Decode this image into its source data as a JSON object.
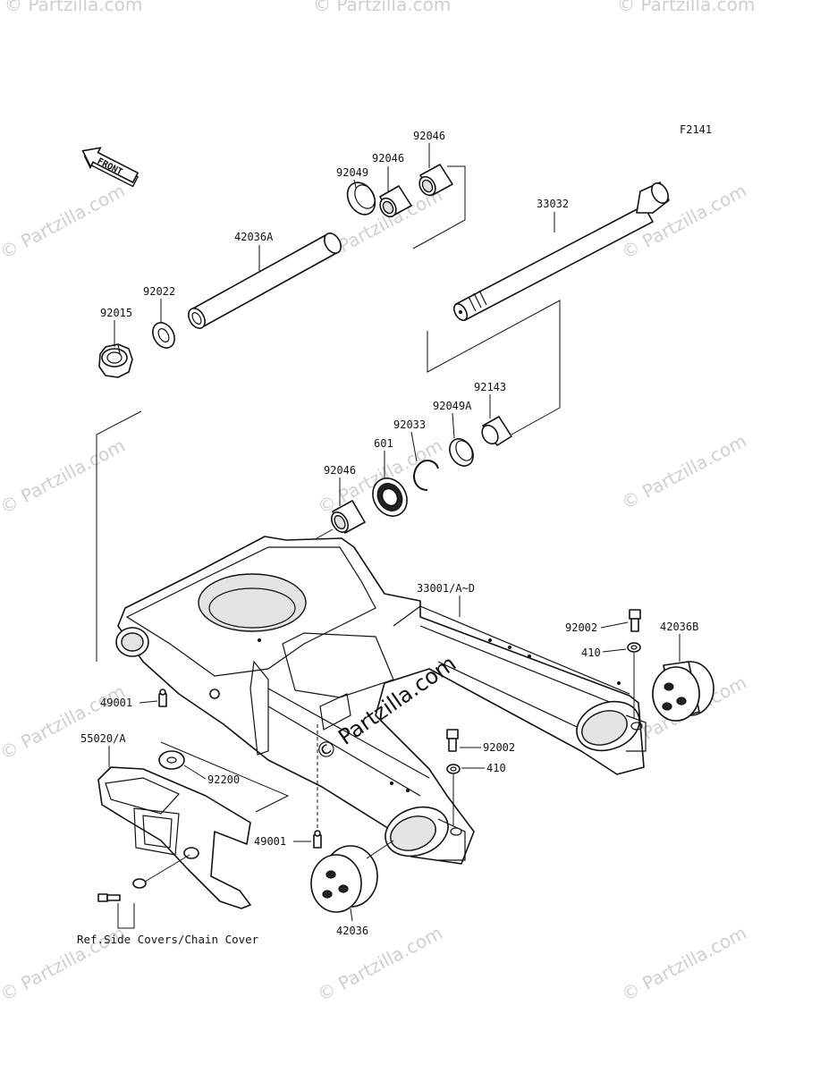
{
  "figure_code": "F2141",
  "front_label": "FRONT",
  "watermark_text": "© Partzilla.com",
  "center_watermark": "© Partzilla.com",
  "reference_note": "Ref.Side Covers/Chain Cover",
  "parts": {
    "p42036A": "42036A",
    "p92049": "92049",
    "p92046_a": "92046",
    "p92046_b": "92046",
    "p33032": "33032",
    "p92022": "92022",
    "p92015": "92015",
    "p92143": "92143",
    "p92049A": "92049A",
    "p92033": "92033",
    "p601": "601",
    "p92046_c": "92046",
    "p33001": "33001/A~D",
    "p92002_a": "92002",
    "p42036B": "42036B",
    "p410_a": "410",
    "p49001_a": "49001",
    "p55020": "55020/A",
    "p92200": "92200",
    "p92002_b": "92002",
    "p410_b": "410",
    "p49001_b": "49001",
    "p42036": "42036"
  },
  "colors": {
    "line": "#111111",
    "watermark": "#cfcfcf",
    "background": "#ffffff"
  }
}
